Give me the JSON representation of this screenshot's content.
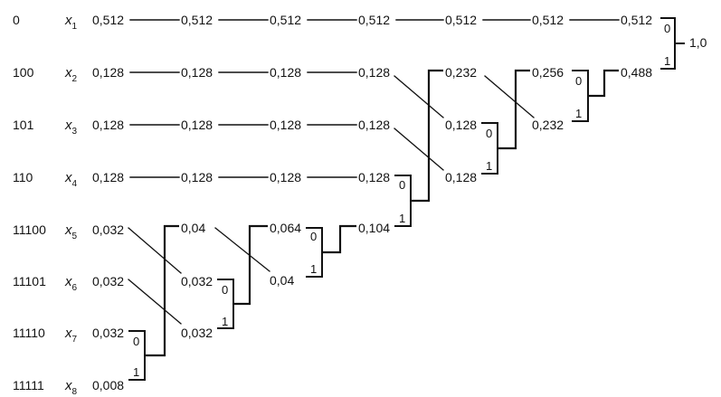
{
  "symbols": [
    {
      "code": "0",
      "name": "x",
      "index": "1"
    },
    {
      "code": "100",
      "name": "x",
      "index": "2"
    },
    {
      "code": "101",
      "name": "x",
      "index": "3"
    },
    {
      "code": "110",
      "name": "x",
      "index": "4"
    },
    {
      "code": "11100",
      "name": "x",
      "index": "5"
    },
    {
      "code": "11101",
      "name": "x",
      "index": "6"
    },
    {
      "code": "11110",
      "name": "x",
      "index": "7"
    },
    {
      "code": "11111",
      "name": "x",
      "index": "8"
    }
  ],
  "stages": [
    [
      "0,512",
      "0,128",
      "0,128",
      "0,128",
      "0,032",
      "0,032",
      "0,032",
      "0,008"
    ],
    [
      "0,512",
      "0,128",
      "0,128",
      "0,128",
      "0,04",
      "0,032",
      "0,032"
    ],
    [
      "0,512",
      "0,128",
      "0,128",
      "0,128",
      "0,064",
      "0,04"
    ],
    [
      "0,512",
      "0,128",
      "0,128",
      "0,128",
      "0,104"
    ],
    [
      "0,512",
      "0,232",
      "0,128",
      "0,128"
    ],
    [
      "0,512",
      "0,256",
      "0,232"
    ],
    [
      "0,512",
      "0,488"
    ]
  ],
  "total": "1,0",
  "bits": {
    "upper": "0",
    "lower": "1"
  },
  "colors": {
    "ink": "#111111",
    "background": "#ffffff"
  }
}
